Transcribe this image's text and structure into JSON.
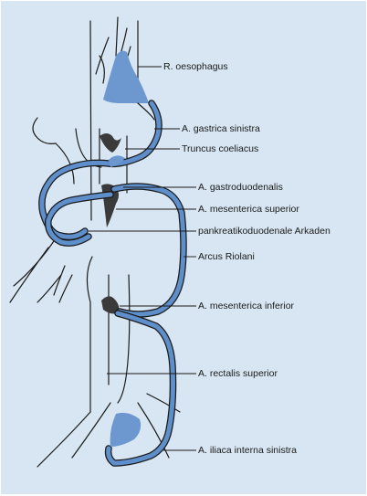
{
  "labels": {
    "oesophagus": "R. oesophagus",
    "gastrica": "A. gastrica sinistra",
    "coeliacus": "Truncus coeliacus",
    "gastroduodenalis": "A. gastroduodenalis",
    "mes_sup": "A. mesenterica superior",
    "pankreat": "pankreatikoduodenale Arkaden",
    "riolani": "Arcus Riolani",
    "mes_inf": "A. mesenterica inferior",
    "rectalis": "A. rectalis superior",
    "iliaca": "A. iliaca interna sinistra"
  },
  "colors": {
    "background": "#d7e6f2",
    "vessel_fill": "#5f8fcb",
    "vessel_outline": "#1a1a1a",
    "trunk_dark": "#3a3a3a"
  }
}
